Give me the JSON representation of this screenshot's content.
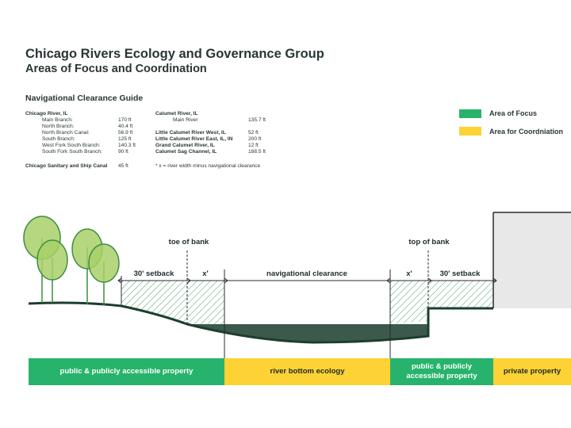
{
  "header": {
    "title": "Chicago Rivers Ecology and Governance Group",
    "subtitle": "Areas of Focus and Coordination"
  },
  "guide": {
    "title": "Navigational Clearance Guide",
    "chicago": {
      "heading": "Chicago River, IL",
      "rows": [
        {
          "name": "Main Branch:",
          "value": "170 ft"
        },
        {
          "name": "North Branch:",
          "value": "40.4 ft"
        },
        {
          "name": "North Branch Canal:",
          "value": "56.9 ft"
        },
        {
          "name": "South Branch:",
          "value": "125 ft"
        },
        {
          "name": "West Fork South Branch:",
          "value": "140.3 ft"
        },
        {
          "name": "South Fork South Branch:",
          "value": "90 ft"
        }
      ],
      "canal": {
        "name": "Chicago Sanitary and Ship Canal",
        "value": "45 ft"
      }
    },
    "calumet": {
      "heading": "Calumet River, IL",
      "main": {
        "name": "Main River",
        "value": "135.7 ft"
      },
      "rows": [
        {
          "name": "Little Calumet River West, IL",
          "value": "52 ft"
        },
        {
          "name": "Little Calumet River East, IL, IN",
          "value": "200 ft"
        },
        {
          "name": "Grand Calumet River, IL",
          "value": "12 ft"
        },
        {
          "name": "Calumet Sag Channel, IL",
          "value": "188.5 ft"
        }
      ]
    },
    "footnote": "* x = river width minus navigational clearance"
  },
  "legend": {
    "focus": {
      "label": "Area of Focus",
      "color": "#27b36b"
    },
    "coordination": {
      "label": "Area for Coordniation",
      "color": "#fcd235"
    }
  },
  "diagram": {
    "toe_of_bank": "toe of bank",
    "top_of_bank": "top of bank",
    "setback_left": "30' setback",
    "x_left": "x'",
    "navigational_clearance": "navigational clearance",
    "x_right": "x'",
    "setback_right": "30' setback"
  },
  "bands": {
    "left": "public & publicly accessible property",
    "river": "river bottom ecology",
    "right": "public & publicly accessible property",
    "private": "private property"
  },
  "colors": {
    "green": "#27b36b",
    "yellow": "#fcd235",
    "dark_green": "#1d3e2e",
    "water": "#3b5a4c",
    "tree_fill": "#a9d06a",
    "tree_stroke": "#3b8f3e",
    "hatch": "#3f9a6c",
    "building": "#e8e8e8"
  }
}
